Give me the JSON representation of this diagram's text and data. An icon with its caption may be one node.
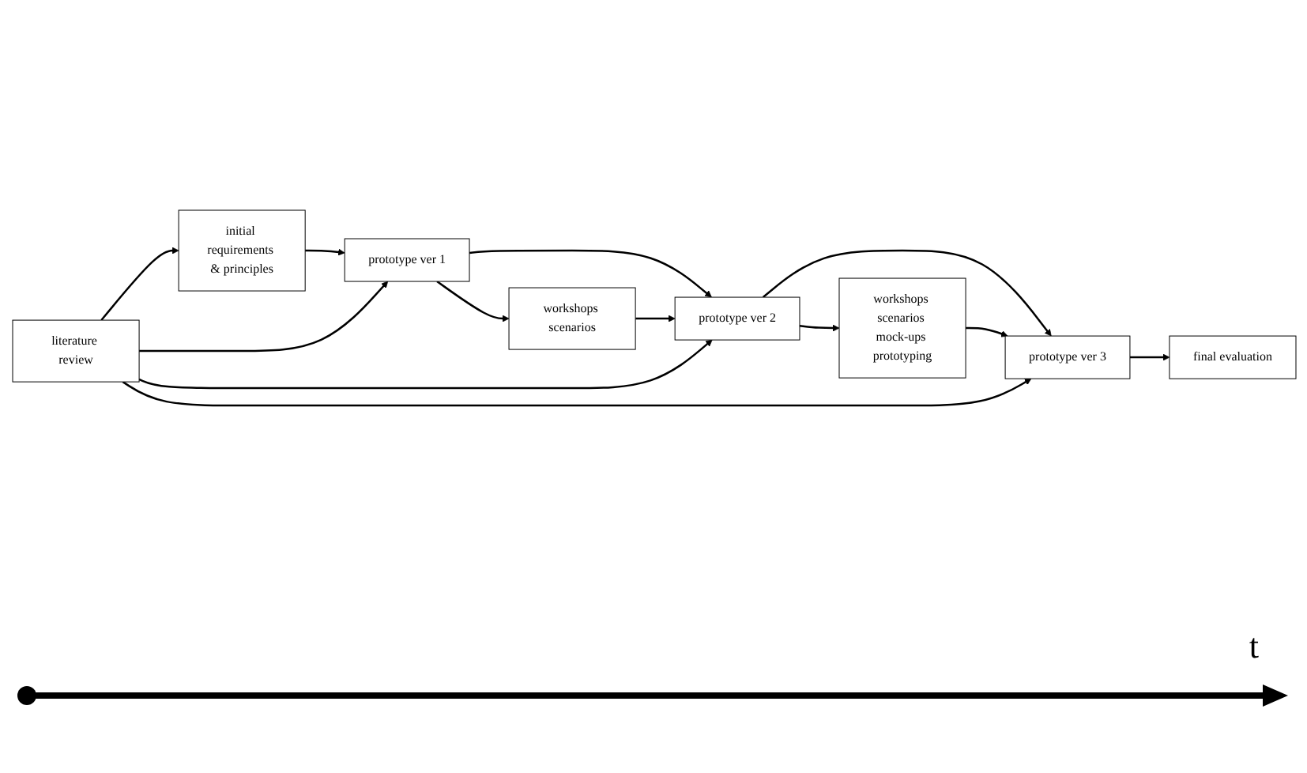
{
  "diagram": {
    "nodes": [
      {
        "text": [
          "workshops scenarios"
        ]
      },
      {
        "text": [
          "workshops scenarios mock-ups prototyping"
        ]
      },
      {
        "text": [
          "final evaluation"
        ]
      },
      {
        "text": [
          "initial requirements & principles"
        ]
      },
      {
        "text": [
          "prototype ver 1"
        ]
      },
      {
        "text": [
          "prototype ver 2"
        ]
      },
      {
        "text": [
          "prototype ver 3"
        ]
      },
      {
        "text": [
          "literature review"
        ]
      }
    ],
    "edges": [
      {
        "from": 3,
        "to": 4,
        "arrow": "to"
      },
      {
        "from": 4,
        "to": 5,
        "arrow": "to"
      },
      {
        "from": 5,
        "to": 6,
        "arrow": "to"
      },
      {
        "from": 4,
        "to": 0,
        "arrow": "to"
      },
      {
        "from": 0,
        "to": 5,
        "arrow": "to"
      },
      {
        "from": 5,
        "to": 1,
        "arrow": "to"
      },
      {
        "from": 1,
        "to": 6,
        "arrow": "to"
      },
      {
        "from": 6,
        "to": 2,
        "arrow": "to"
      },
      {
        "from": 7,
        "to": 3,
        "arrow": "to"
      },
      {
        "from": 7,
        "to": 4,
        "arrow": "to"
      },
      {
        "from": 7,
        "to": 5,
        "arrow": "to"
      },
      {
        "from": 7,
        "to": 6,
        "arrow": "to"
      }
    ],
    "labels": [
      "t"
    ]
  }
}
